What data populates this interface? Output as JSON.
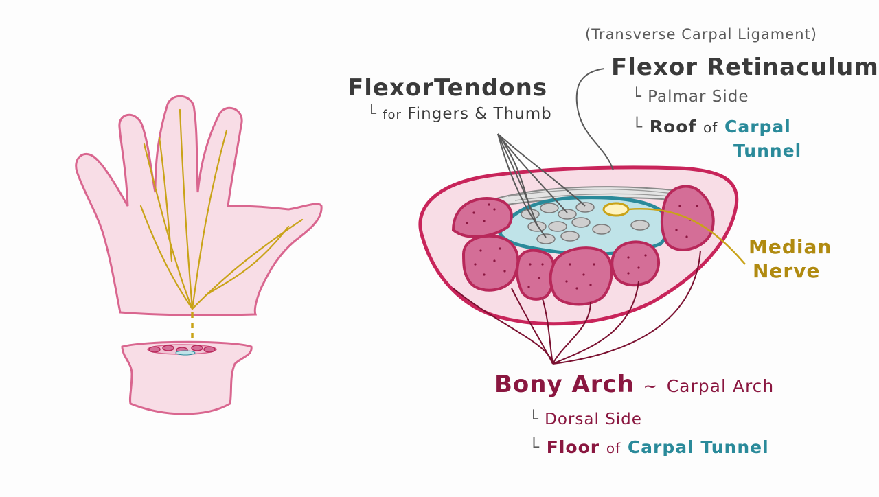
{
  "colors": {
    "skin_fill": "#f8dde6",
    "skin_stroke": "#d9668f",
    "bone_fill": "#d46e97",
    "bone_stroke": "#b8285a",
    "tunnel_fill": "#bfe3e8",
    "tunnel_stroke": "#2a8a9a",
    "nerve": "#c9a318",
    "ligament": "#9a9a9a",
    "outer_ring": "#c8245a",
    "text_dark": "#3a3a3a",
    "text_teal": "#2a8a9a",
    "text_maroon": "#8a1740",
    "text_gold": "#b08a10"
  },
  "labels": {
    "transverse": "(Transverse Carpal Ligament)",
    "flexor_retinaculum": "Flexor Retinaculum",
    "palmar_side": "Palmar Side",
    "roof_prefix": "Roof",
    "roof_of": "of",
    "roof_carpal": "Carpal",
    "roof_tunnel": "Tunnel",
    "flexor_tendons": "FlexorTendons",
    "for_text": "for",
    "fingers_thumb": "Fingers & Thumb",
    "median": "Median",
    "nerve": "Nerve",
    "bony_arch": "Bony Arch",
    "tilde": "~",
    "carpal_arch": "Carpal Arch",
    "dorsal_side": "Dorsal Side",
    "floor_prefix": "Floor",
    "floor_of": "of",
    "floor_carpal_tunnel": "Carpal Tunnel"
  }
}
